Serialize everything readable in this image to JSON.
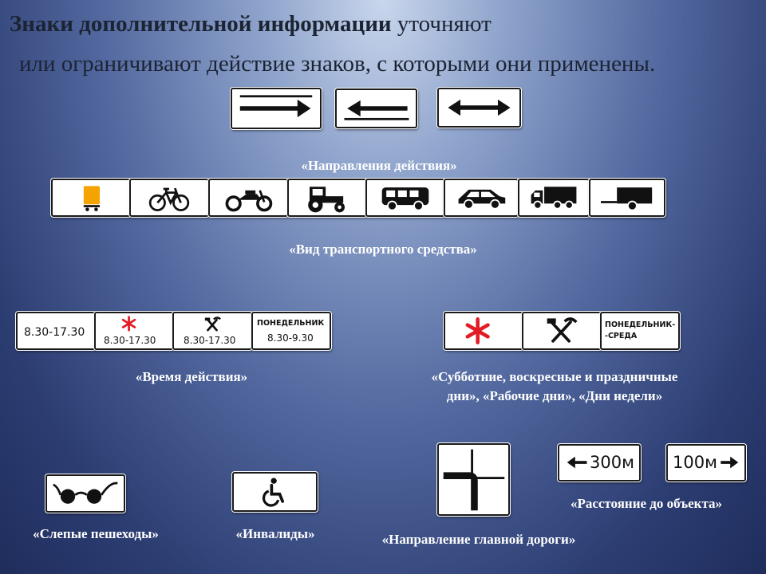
{
  "heading": {
    "bold": "Знаки дополнительной информации",
    "rest": "уточняют",
    "line2": "или ограничивают действие знаков, с которыми они применены."
  },
  "captions": {
    "direction": "«Направления действия»",
    "vehicle": "«Вид транспортного средства»",
    "time": "«Время действия»",
    "days_line1": "«Субботние, воскресные и праздничные",
    "days_line2": "дни», «Рабочие дни», «Дни недели»",
    "blind": "«Слепые пешеходы»",
    "disabled": "«Инвалиды»",
    "main_road": "«Направление главной дороги»",
    "distance": "«Расстояние до объекта»"
  },
  "time_signs": {
    "t1": "8.30-17.30",
    "t2": "8.30-17.30",
    "t3": "8.30-17.30",
    "t4_day": "ПОНЕДЕЛЬНИК",
    "t4_time": "8.30-9.30"
  },
  "day_signs": {
    "weekday_line1": "ПОНЕДЕЛЬНИК-",
    "weekday_line2": "-СРЕДА"
  },
  "distance_signs": {
    "left": "300м",
    "right": "100м"
  },
  "colors": {
    "holiday_star": "#e31b23",
    "hazard_orange": "#f5a300"
  }
}
